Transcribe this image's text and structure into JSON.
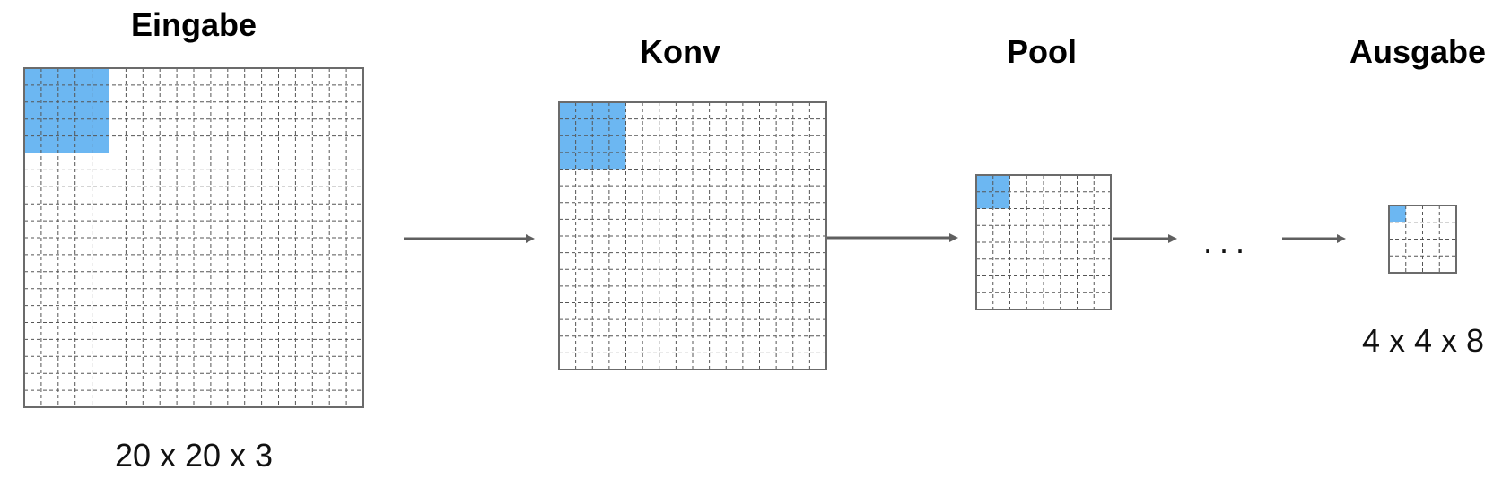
{
  "colors": {
    "highlight": "#6cb7f2",
    "grid_border": "#6b6b6b",
    "grid_line": "#555555",
    "arrow": "#5f5f5f",
    "background": "#ffffff"
  },
  "stages": [
    {
      "title": "Eingabe",
      "caption": "20 x 20 x 3",
      "cells": 20,
      "highlight_cells": 5
    },
    {
      "title": "Konv",
      "caption": "",
      "cells": 16,
      "highlight_cells": 4
    },
    {
      "title": "Pool",
      "caption": "",
      "cells": 8,
      "highlight_cells": 2
    },
    {
      "title": "Ausgabe",
      "caption": "4 x 4 x 8",
      "cells": 4,
      "highlight_cells": 1
    }
  ],
  "ellipsis": "...",
  "connectors": [
    {
      "from": "Eingabe",
      "to": "Konv",
      "icon": "arrow-right-icon"
    },
    {
      "from": "Konv",
      "to": "Pool",
      "icon": "arrow-right-icon"
    },
    {
      "from": "Pool",
      "to": "...",
      "icon": "arrow-right-icon"
    },
    {
      "from": "...",
      "to": "Ausgabe",
      "icon": "arrow-right-icon"
    }
  ]
}
